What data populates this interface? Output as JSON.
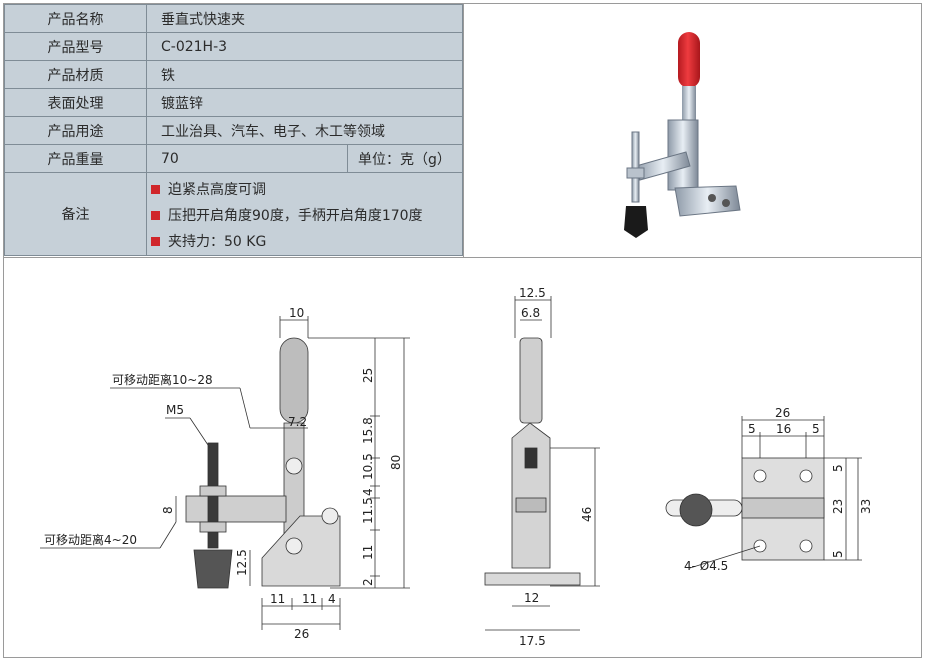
{
  "spec": {
    "rows": [
      {
        "key": "产品名称",
        "value": "垂直式快速夹"
      },
      {
        "key": "产品型号",
        "value": "C-021H-3"
      },
      {
        "key": "产品材质",
        "value": "铁"
      },
      {
        "key": "表面处理",
        "value": "镀蓝锌"
      },
      {
        "key": "产品用途",
        "value": "工业治具、汽车、电子、木工等领域"
      },
      {
        "key": "产品重量",
        "value": "70",
        "unit": "单位：克（g）"
      }
    ],
    "remark": {
      "key": "备注",
      "items": [
        "迫紧点高度可调",
        "压把开启角度90度，手柄开启角度170度",
        "夹持力：50 KG"
      ]
    }
  },
  "colors": {
    "table_bg": "#c6d0d8",
    "bullet": "#d0262b",
    "handle_red": "#d9252a"
  },
  "drawing": {
    "side": {
      "travel_top": "可移动距离10~28",
      "travel_bottom": "可移动距离4~20",
      "thread": "M5",
      "dims": [
        "10",
        "25",
        "7.2",
        "15.8",
        "10.5",
        "4",
        "11.5",
        "11",
        "2",
        "80",
        "8",
        "12.5",
        "11",
        "11",
        "4",
        "26"
      ]
    },
    "front": {
      "dims": [
        "12.5",
        "6.8",
        "46",
        "12",
        "17.5"
      ]
    },
    "plan": {
      "dims": [
        "26",
        "5",
        "16",
        "5",
        "5",
        "23",
        "33",
        "5"
      ],
      "holes": "4- Ø4.5"
    }
  }
}
